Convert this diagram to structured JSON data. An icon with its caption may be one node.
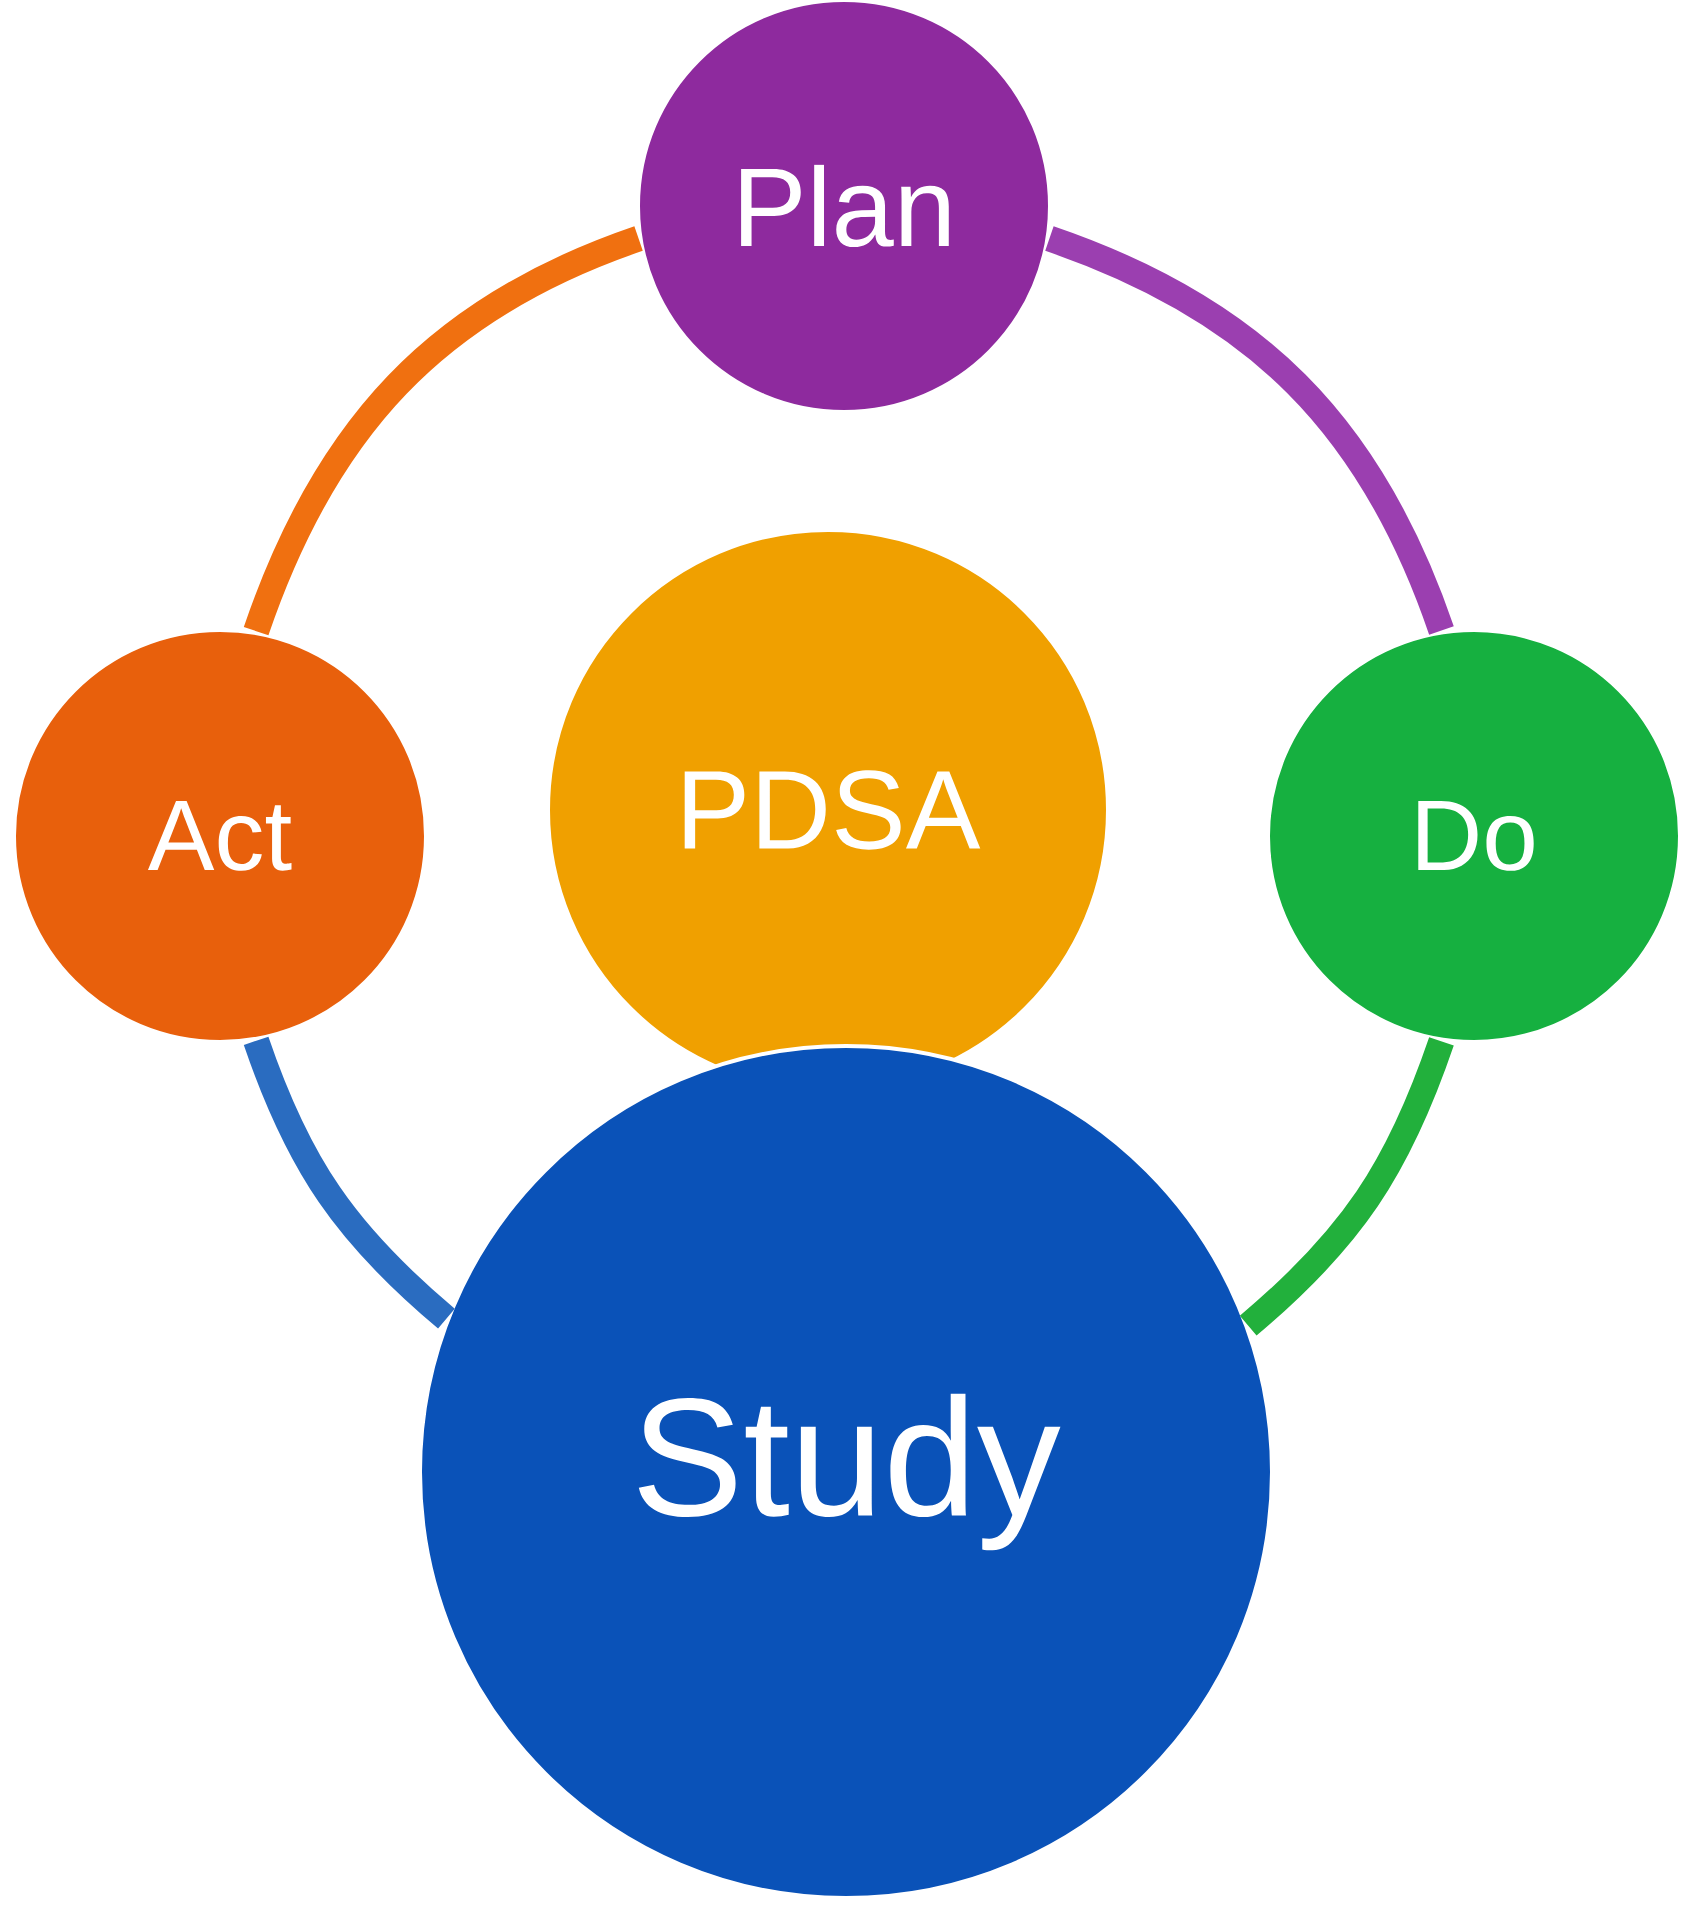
{
  "diagram": {
    "nodes": [
      {
        "text": [
          "Plan"
        ]
      },
      {
        "text": [
          "Act"
        ]
      },
      {
        "text": [
          "PDSA"
        ]
      },
      {
        "text": [
          "Do"
        ]
      },
      {
        "text": [
          "Study"
        ]
      }
    ],
    "edges": [
      {
        "from": 0,
        "to": 3,
        "arrow": "none",
        "color": "#9b3fb0"
      },
      {
        "from": 3,
        "to": 4,
        "arrow": "none",
        "color": "#22b03c"
      },
      {
        "from": 4,
        "to": 1,
        "arrow": "none",
        "color": "#2a6cc0"
      },
      {
        "from": 1,
        "to": 0,
        "arrow": "none",
        "color": "#f07010"
      }
    ]
  }
}
